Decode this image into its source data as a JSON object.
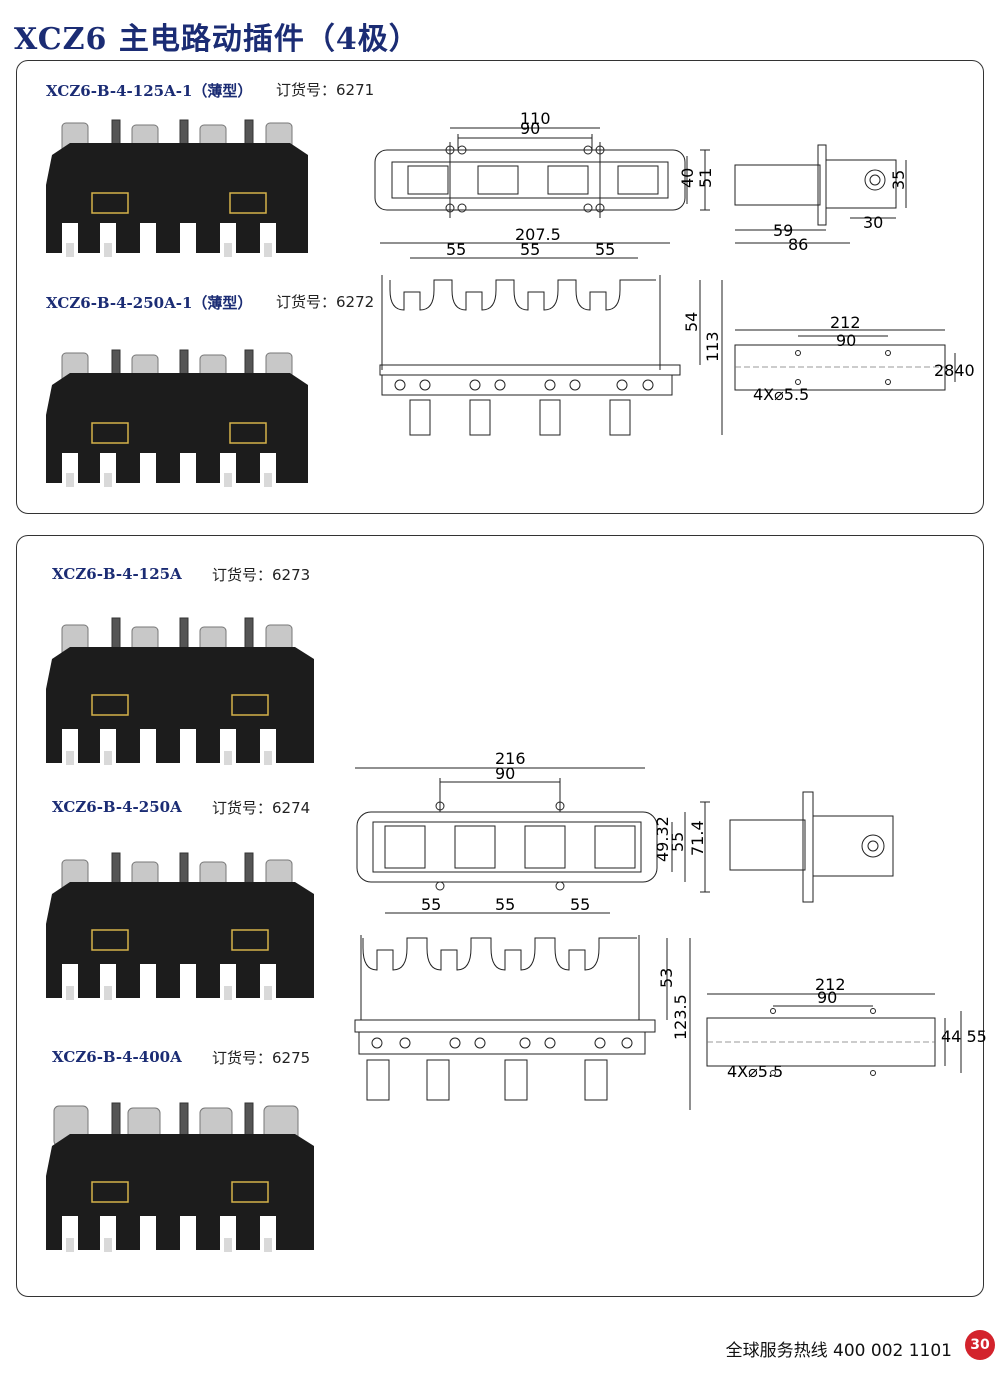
{
  "page": {
    "title": "XCZ6 主电路动插件（4极）"
  },
  "panel1": {
    "items": [
      {
        "model": "XCZ6-B-4-125A-1（薄型）",
        "order": "订货号：6271"
      },
      {
        "model": "XCZ6-B-4-250A-1（薄型）",
        "order": "订货号：6272"
      }
    ],
    "dims": {
      "top_110": "110",
      "top_90": "90",
      "top_40": "40",
      "top_51": "51",
      "side_35": "35",
      "side_30": "30",
      "side_59": "59",
      "side_86": "86",
      "front_207": "207.5",
      "front_55a": "55",
      "front_55b": "55",
      "front_55c": "55",
      "front_54": "54",
      "front_113": "113",
      "plate_212": "212",
      "plate_90": "90",
      "plate_2840": "2840",
      "plate_hole": "4X⌀5.5"
    }
  },
  "panel2": {
    "items": [
      {
        "model": "XCZ6-B-4-125A",
        "order": "订货号：6273"
      },
      {
        "model": "XCZ6-B-4-250A",
        "order": "订货号：6274"
      },
      {
        "model": "XCZ6-B-4-400A",
        "order": "订货号：6275"
      }
    ],
    "dims": {
      "top_216": "216",
      "top_90": "90",
      "top_4932": "49.32",
      "top_55": "55",
      "top_714": "71.4",
      "front_55a": "55",
      "front_55b": "55",
      "front_55c": "55",
      "front_53": "53",
      "front_1235": "123.5",
      "plate_212": "212",
      "plate_90": "90",
      "plate_4455": "44 55",
      "plate_hole": "4X⌀5.5"
    }
  },
  "footer": {
    "hotline": "全球服务热线  400 002 1101",
    "page_number": "30"
  }
}
